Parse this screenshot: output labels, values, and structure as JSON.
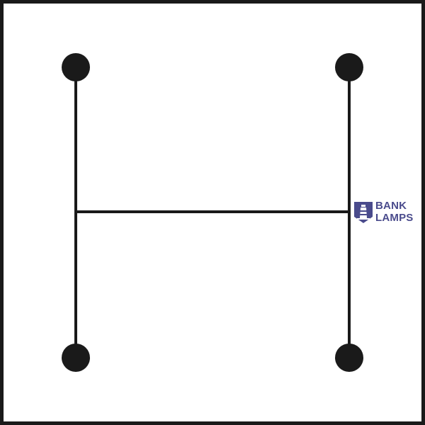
{
  "diagram": {
    "stroke_color": "#1a1a1a",
    "background_color": "#ffffff",
    "nodes": [
      {
        "id": "top-left"
      },
      {
        "id": "top-right"
      },
      {
        "id": "bottom-left"
      },
      {
        "id": "bottom-right"
      }
    ],
    "edges": [
      {
        "from": "top-left",
        "to": "bottom-left"
      },
      {
        "from": "top-right",
        "to": "bottom-right"
      },
      {
        "from": "left-mid",
        "to": "right-mid"
      }
    ]
  },
  "watermark": {
    "brand_color": "#4a4b8c",
    "line1": "BANK",
    "line2": "LAMPS",
    "icon": "lighthouse-icon"
  }
}
